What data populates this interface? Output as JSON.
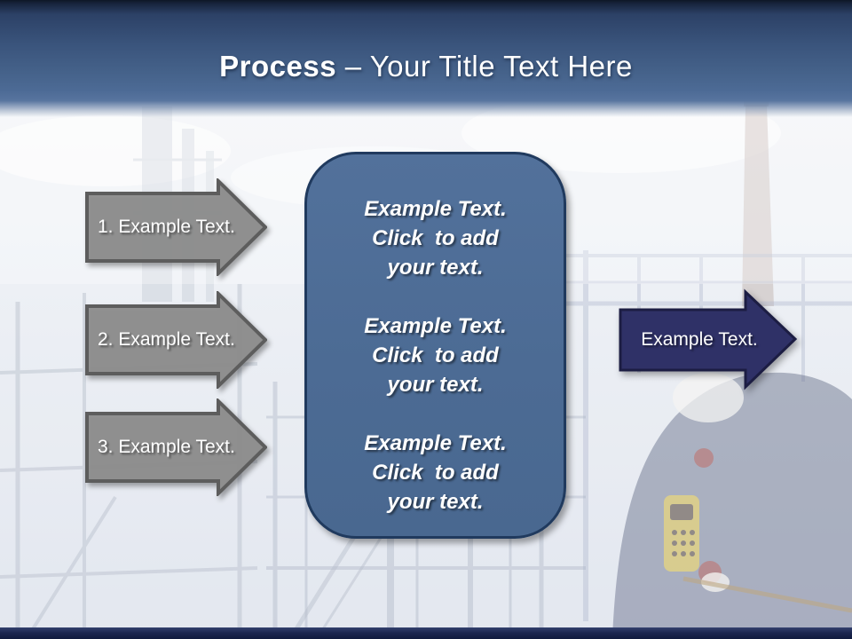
{
  "slide": {
    "title": {
      "bold": "Process",
      "separator": " – ",
      "rest": "Your Title Text Here"
    },
    "left_arrows": [
      {
        "label": "1. Example Text."
      },
      {
        "label": "2. Example Text."
      },
      {
        "label": "3. Example Text."
      }
    ],
    "center_panel": {
      "groups": [
        {
          "lines": [
            "Example Text.",
            "Click  to add",
            "your text."
          ]
        },
        {
          "lines": [
            "Example Text.",
            "Click  to add",
            "your text."
          ]
        },
        {
          "lines": [
            "Example Text.",
            "Click  to add",
            "your text."
          ]
        }
      ]
    },
    "right_arrow": {
      "label": "Example Text."
    },
    "colors": {
      "header_top": "#0e1726",
      "header_main": "#45628a",
      "gray_arrow_fill": "#8d8d8d",
      "gray_arrow_border": "#5d5d5d",
      "panel_fill": "#4c6b94",
      "panel_border": "#203a5e",
      "navy_arrow_fill": "#2f3167",
      "navy_arrow_border": "#1c1d43",
      "bottom_bar": "#1c2750",
      "text": "#ffffff"
    }
  }
}
